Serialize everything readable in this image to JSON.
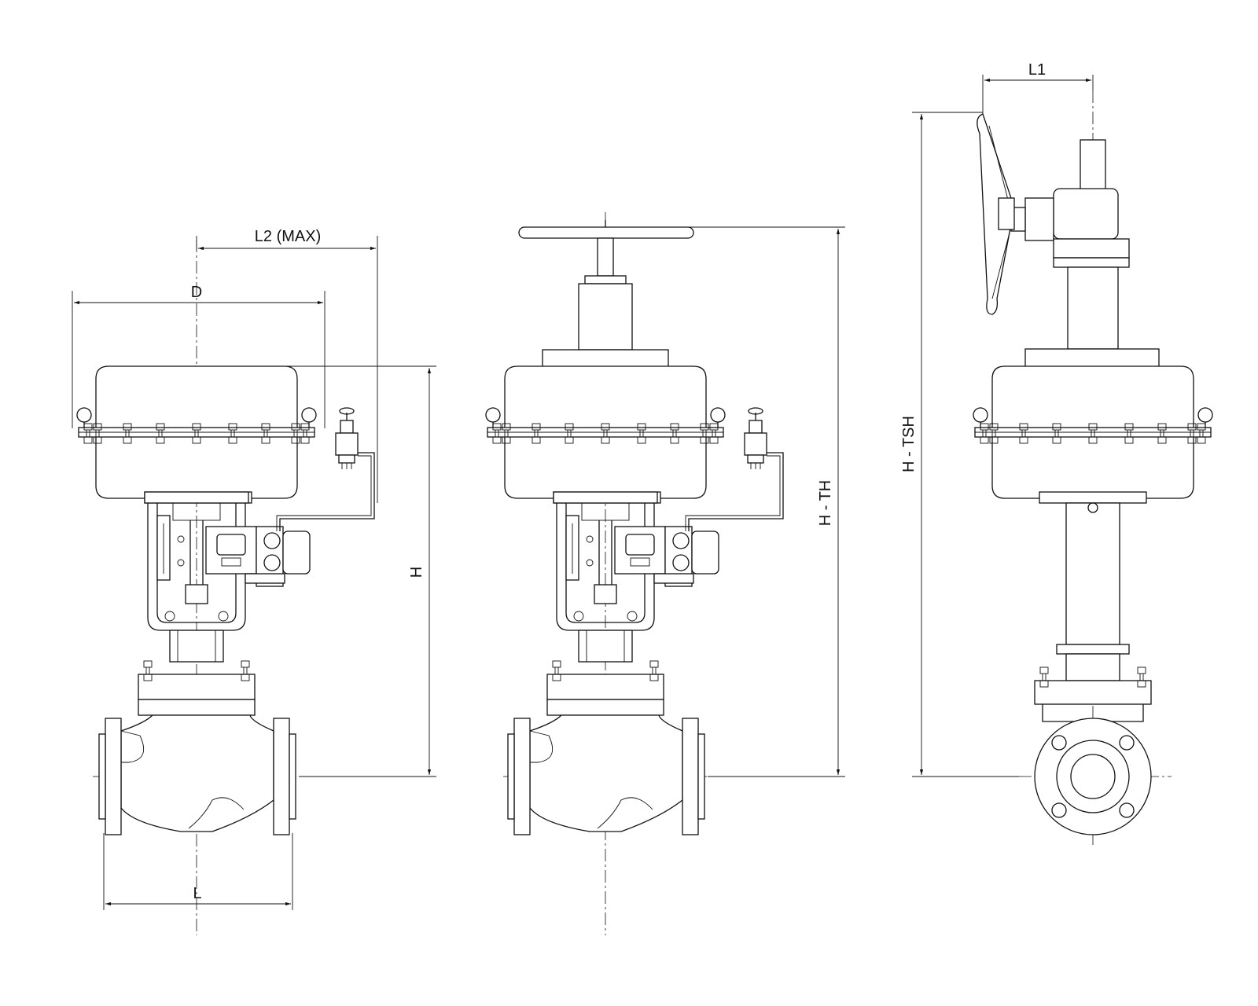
{
  "dimensions": {
    "L2": "L2 (MAX)",
    "D": "D",
    "H": "H",
    "L": "L",
    "H_TH": "H - TH",
    "L1": "L1",
    "H_TSH": "H - TSH"
  },
  "colors": {
    "line": "#111111",
    "background": "#ffffff"
  }
}
